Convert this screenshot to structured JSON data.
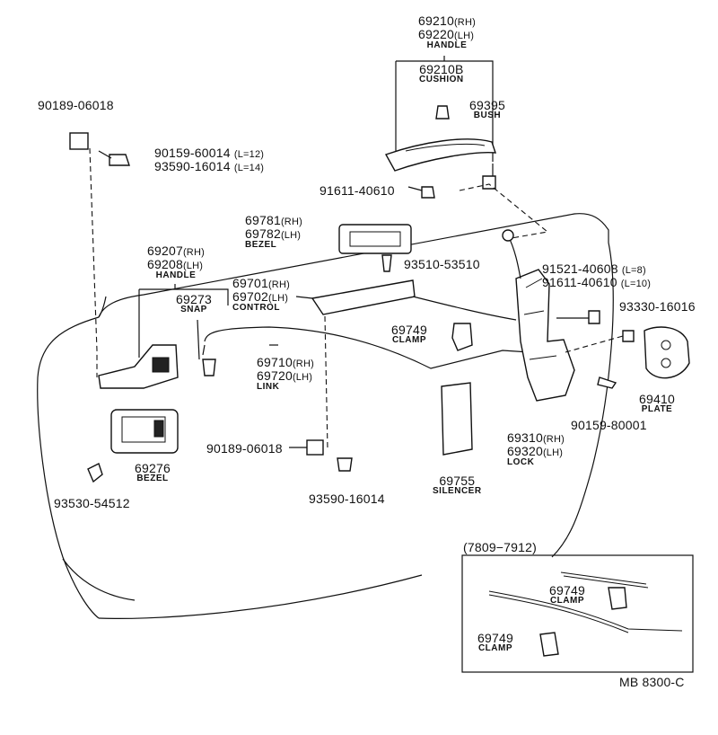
{
  "diagram_id": "MB 8300-C",
  "inset_title": "(7809−7912)",
  "parts": {
    "handle_outer": {
      "n1": "69210",
      "s1": "(RH)",
      "n2": "69220",
      "s2": "(LH)",
      "cap": "HANDLE"
    },
    "cushion": {
      "n": "69210B",
      "cap": "CUSHION"
    },
    "bush": {
      "n": "69395",
      "cap": "BUSH"
    },
    "clip_top": {
      "n": "90189-06018"
    },
    "screw_top": {
      "n1": "90159-60014",
      "s1": "(L=12)",
      "n2": "93590-16014",
      "s2": "(L=14)"
    },
    "bolt_handle": {
      "n": "91611-40610"
    },
    "bezel_top": {
      "n1": "69781",
      "s1": "(RH)",
      "n2": "69782",
      "s2": "(LH)",
      "cap": "BEZEL"
    },
    "handle_inner": {
      "n1": "69207",
      "s1": "(RH)",
      "n2": "69208",
      "s2": "(LH)",
      "cap": "HANDLE"
    },
    "screw_bezel_top": {
      "n": "93510-53510"
    },
    "bolt_lock": {
      "n1": "91521-40608",
      "s1": "(L=8)",
      "n2": "91611-40610",
      "s2": "(L=10)"
    },
    "control": {
      "n1": "69701",
      "s1": "(RH)",
      "n2": "69702",
      "s2": "(LH)",
      "cap": "CONTROL"
    },
    "snap": {
      "n": "69273",
      "cap": "SNAP"
    },
    "screw_plate": {
      "n": "93330-16016"
    },
    "clamp_main": {
      "n": "69749",
      "cap": "CLAMP"
    },
    "link": {
      "n1": "69710",
      "s1": "(RH)",
      "n2": "69720",
      "s2": "(LH)",
      "cap": "LINK"
    },
    "plate": {
      "n": "69410",
      "cap": "PLATE"
    },
    "screw_lock": {
      "n": "90159-80001"
    },
    "lock": {
      "n1": "69310",
      "s1": "(RH)",
      "n2": "69320",
      "s2": "(LH)",
      "cap": "LOCK"
    },
    "clip_mid": {
      "n": "90189-06018"
    },
    "bezel_bottom": {
      "n": "69276",
      "cap": "BEZEL"
    },
    "screw_mid": {
      "n": "93590-16014"
    },
    "silencer": {
      "n": "69755",
      "cap": "SILENCER"
    },
    "screw_bottom": {
      "n": "93530-54512"
    },
    "inset_clamp_1": {
      "n": "69749",
      "cap": "CLAMP"
    },
    "inset_clamp_2": {
      "n": "69749",
      "cap": "CLAMP"
    }
  }
}
